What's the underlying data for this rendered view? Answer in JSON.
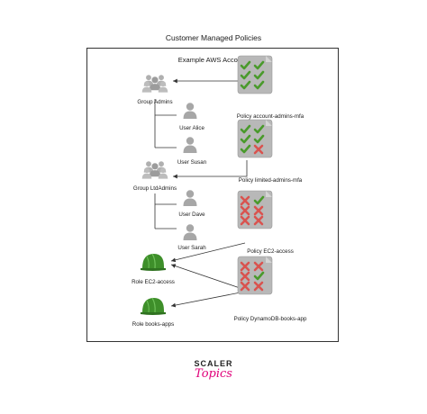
{
  "title": "Customer Managed Policies",
  "account": {
    "label": "Example AWS Account"
  },
  "groups": [
    {
      "label": "Group Admins",
      "users": [
        "User Alice",
        "User Susan"
      ]
    },
    {
      "label": "Group LtdAdmins",
      "users": [
        "User Dave",
        "User Sarah"
      ]
    }
  ],
  "roles": [
    {
      "label": "Role EC2-access"
    },
    {
      "label": "Role books-apps"
    }
  ],
  "policies": [
    {
      "label": "Policy account-admins-mfa",
      "marks": [
        "check",
        "check",
        "check",
        "check",
        "check",
        "check"
      ]
    },
    {
      "label": "Policy limited-admins-mfa",
      "marks": [
        "check",
        "check",
        "check",
        "check",
        "check",
        "cross"
      ]
    },
    {
      "label": "Policy EC2-access",
      "marks": [
        "cross",
        "check",
        "cross",
        "cross",
        "cross",
        "cross"
      ]
    },
    {
      "label": "Policy DynamoDB-books-app",
      "marks": [
        "cross",
        "cross",
        "cross",
        "check",
        "cross",
        "cross"
      ]
    }
  ],
  "colors": {
    "check": "#4a9a2c",
    "cross": "#d9534f",
    "doc": "#b8b8b8",
    "user": "#a7a7a7",
    "helmet": "#3e8f2a"
  },
  "brand": {
    "top": "SCALER",
    "bottom": "Topics"
  }
}
